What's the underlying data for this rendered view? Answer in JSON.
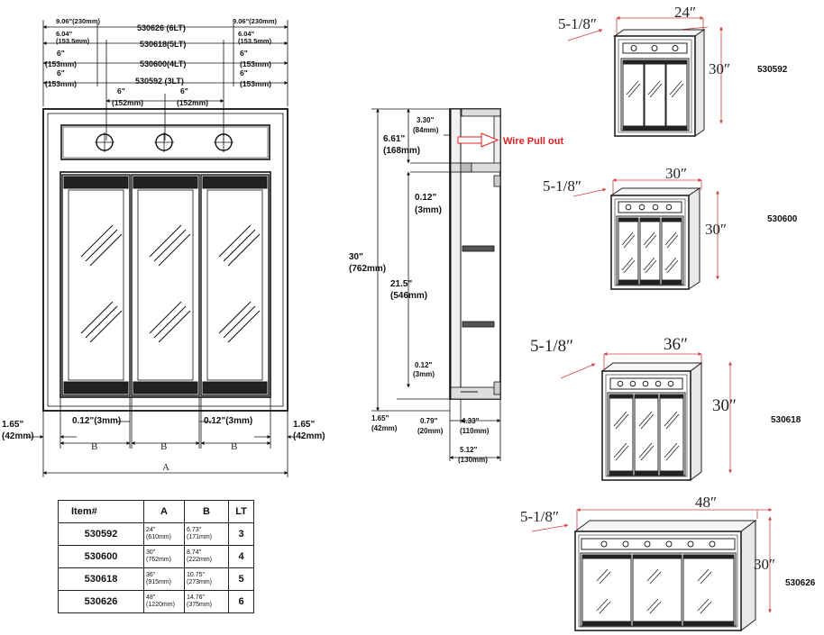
{
  "front_view": {
    "dims_top": [
      {
        "left": "9.06\"(230mm)",
        "mid": "530626 (6LT)",
        "right": "9.06\"(230mm)"
      },
      {
        "left": "6.04\"\n(153.5mm)",
        "mid": "530618(5LT)",
        "right": "6.04\"\n(153.5mm)"
      },
      {
        "left": "6\"\n(153mm)",
        "mid": "530600(4LT)",
        "right": "6\"\n(153mm)"
      },
      {
        "left": "6\"\n(153mm)",
        "mid": "530592 (3LT)",
        "right": "6\"\n(153mm)"
      }
    ],
    "spacing_left": "6\"\n(152mm)",
    "spacing_right": "6\"\n(152mm)",
    "bottom_left_margin": "1.65\"\n(42mm)",
    "bottom_right_margin": "1.65\"\n(42mm)",
    "gap_left": "0.12\"(3mm)",
    "gap_right": "0.12\"(3mm)",
    "label_b": "B",
    "label_a": "A"
  },
  "side_view": {
    "top_depth": "3.30\"\n(84mm)",
    "top_height": "6.61\"\n(168mm)",
    "wire_label": "Wire Pull out",
    "wire_color": "#e02020",
    "shelf_gap": "0.12\"\n(3mm)",
    "total_height": "30\"\n(762mm)",
    "door_height": "21.5\"\n(546mm)",
    "bottom_gap": "0.12\"\n(3mm)",
    "bottom_margin": "1.65\"\n(42mm)",
    "door_depth": "0.79\"\n(20mm)",
    "body_depth": "4.33\"\n(110mm)",
    "total_depth": "5.12\"\n(130mm)"
  },
  "table": {
    "headers": [
      "Item#",
      "A",
      "B",
      "LT"
    ],
    "rows": [
      {
        "item": "530592",
        "a": "24\"\n(610mm)",
        "b": "6.73\"\n(171mm)",
        "lt": "3"
      },
      {
        "item": "530600",
        "a": "30\"\n(762mm)",
        "b": "8.74\"\n(222mm)",
        "lt": "4"
      },
      {
        "item": "530618",
        "a": "36\"\n(915mm)",
        "b": "10.75\"\n(273mm)",
        "lt": "5"
      },
      {
        "item": "530626",
        "a": "48\"\n(1220mm)",
        "b": "14.76\"\n(375mm)",
        "lt": "6"
      }
    ]
  },
  "models": [
    {
      "depth": "5-1/8″",
      "width": "24″",
      "height": "30″",
      "item": "530592",
      "lights": 3,
      "doors": 3
    },
    {
      "depth": "5-1/8″",
      "width": "30″",
      "height": "30″",
      "item": "530600",
      "lights": 4,
      "doors": 3
    },
    {
      "depth": "5-1/8″",
      "width": "36″",
      "height": "30″",
      "item": "530618",
      "lights": 5,
      "doors": 3
    },
    {
      "depth": "5-1/8″",
      "width": "48″",
      "height": "30″",
      "item": "530626",
      "lights": 6,
      "doors": 3
    }
  ],
  "accent_color": "#d04040"
}
